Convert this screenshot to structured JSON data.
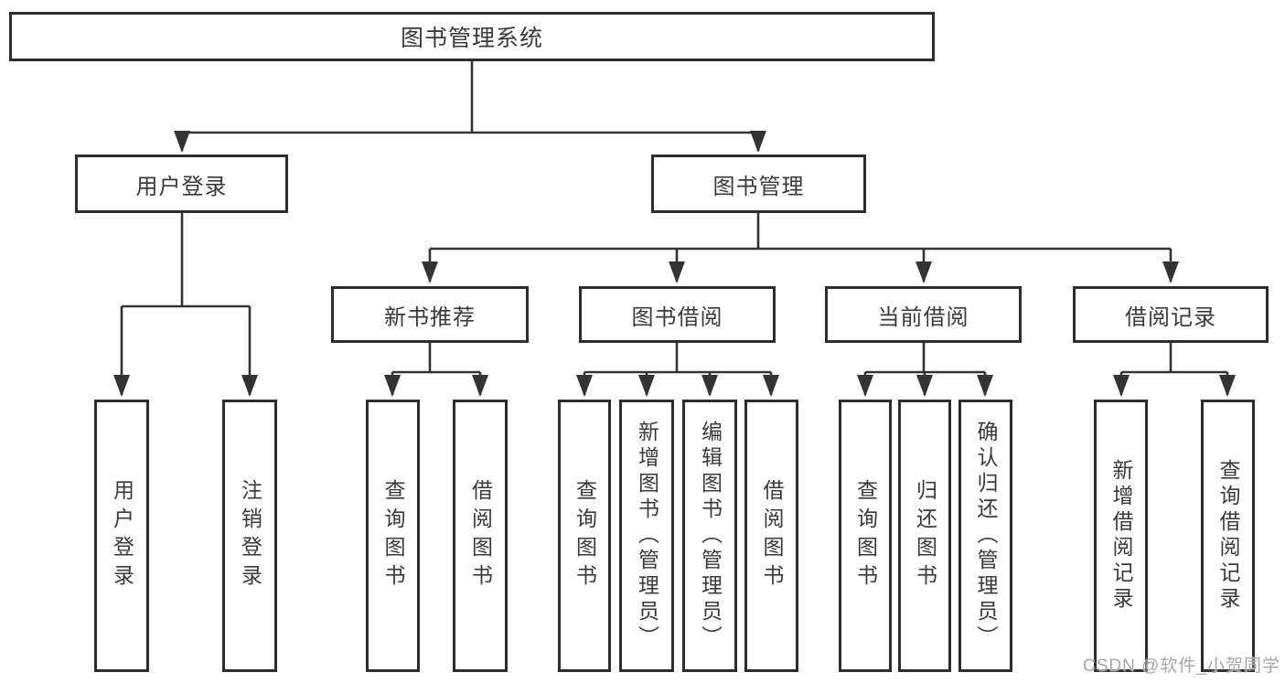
{
  "diagram_type": "functional-structure-tree",
  "colors": {
    "line": "#333333",
    "box_border": "#2d2d2d",
    "text": "#3a3a3a",
    "background": "#ffffff",
    "watermark": "#a8a8a8"
  },
  "tree": {
    "label": "图书管理系统",
    "children": [
      {
        "label": "用户登录",
        "children": [
          {
            "label": "用户登录"
          },
          {
            "label": "注销登录"
          }
        ]
      },
      {
        "label": "图书管理",
        "children": [
          {
            "label": "新书推荐",
            "children": [
              {
                "label": "查询图书"
              },
              {
                "label": "借阅图书"
              }
            ]
          },
          {
            "label": "图书借阅",
            "children": [
              {
                "label": "查询图书"
              },
              {
                "label": "新增图书（管理员）"
              },
              {
                "label": "编辑图书（管理员）"
              },
              {
                "label": "借阅图书"
              }
            ]
          },
          {
            "label": "当前借阅",
            "children": [
              {
                "label": "查询图书"
              },
              {
                "label": "归还图书"
              },
              {
                "label": "确认归还（管理员）"
              }
            ]
          },
          {
            "label": "借阅记录",
            "children": [
              {
                "label": "新增借阅记录"
              },
              {
                "label": "查询借阅记录"
              }
            ]
          }
        ]
      }
    ]
  },
  "watermark": {
    "text": "CSDN @软件_小贺同学"
  }
}
